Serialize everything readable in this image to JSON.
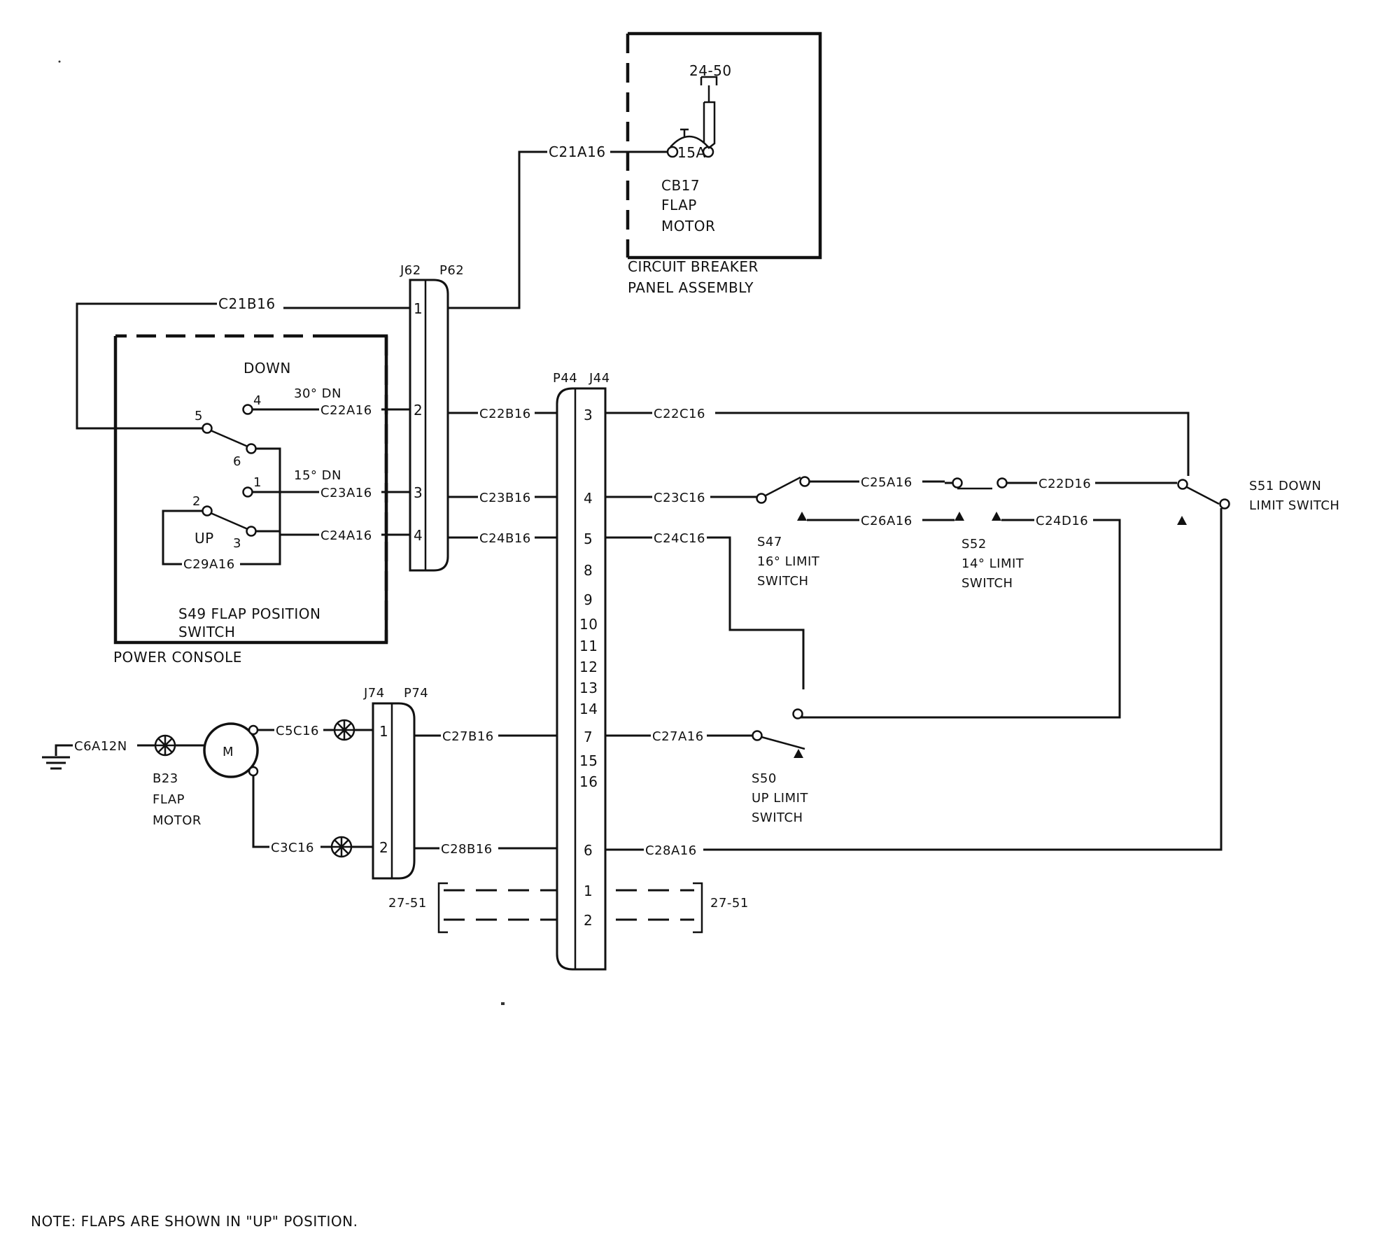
{
  "note": "NOTE: FLAPS ARE SHOWN IN \"UP\" POSITION.",
  "circuit_breaker_panel": {
    "ref_top": "24-50",
    "rating": "15A",
    "cb_id": "CB17",
    "cb_line1": "FLAP",
    "cb_line2": "MOTOR",
    "panel_line1": "CIRCUIT BREAKER",
    "panel_line2": "PANEL ASSEMBLY"
  },
  "power_console": {
    "label": "POWER CONSOLE",
    "switch_line1": "S49  FLAP POSITION",
    "switch_line2": "SWITCH",
    "down": "DOWN",
    "up": "UP",
    "dn30": "30° DN",
    "dn15": "15° DN",
    "pins": [
      "1",
      "2",
      "3",
      "4",
      "5",
      "6"
    ]
  },
  "connectors": {
    "j62": "J62",
    "p62": "P62",
    "p44": "P44",
    "j44": "J44",
    "j74": "J74",
    "p74": "P74",
    "p62_pins": [
      "1",
      "2",
      "3",
      "4"
    ],
    "j44_pins": [
      "3",
      "4",
      "5",
      "8",
      "9",
      "10",
      "11",
      "12",
      "13",
      "14",
      "7",
      "15",
      "16",
      "6",
      "1",
      "2"
    ],
    "p74_pins": [
      "1",
      "2"
    ],
    "ref_left": "27-51",
    "ref_right": "27-51"
  },
  "wires": {
    "c21a16": "C21A16",
    "c21b16": "C21B16",
    "c22a16": "C22A16",
    "c22b16": "C22B16",
    "c22c16": "C22C16",
    "c22d16": "C22D16",
    "c23a16": "C23A16",
    "c23b16": "C23B16",
    "c23c16": "C23C16",
    "c24a16": "C24A16",
    "c24b16": "C24B16",
    "c24c16": "C24C16",
    "c24d16": "C24D16",
    "c25a16": "C25A16",
    "c26a16": "C26A16",
    "c27a16": "C27A16",
    "c27b16": "C27B16",
    "c28a16": "C28A16",
    "c28b16": "C28B16",
    "c29a16": "C29A16",
    "c5c16": "C5C16",
    "c3c16": "C3C16",
    "c6a12n": "C6A12N"
  },
  "switches": {
    "s47_line1": "S47",
    "s47_line2": "16° LIMIT",
    "s47_line3": "SWITCH",
    "s52_line1": "S52",
    "s52_line2": "14° LIMIT",
    "s52_line3": "SWITCH",
    "s50_line1": "S50",
    "s50_line2": "UP LIMIT",
    "s50_line3": "SWITCH",
    "s51_line1": "S51  DOWN",
    "s51_line2": "LIMIT SWITCH"
  },
  "motor": {
    "symbol": "M",
    "line1": "B23",
    "line2": "FLAP",
    "line3": "MOTOR"
  }
}
